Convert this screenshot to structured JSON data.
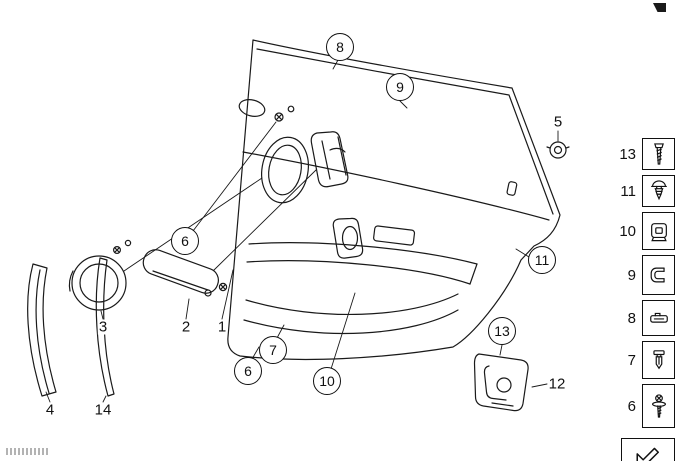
{
  "colors": {
    "line": "#1a1a1a",
    "background": "#ffffff"
  },
  "figure": {
    "callouts": [
      {
        "label": "8",
        "circled": true
      },
      {
        "label": "9",
        "circled": true
      },
      {
        "label": "5",
        "circled": false
      },
      {
        "label": "6",
        "circled": true
      },
      {
        "label": "11",
        "circled": true
      },
      {
        "label": "3",
        "circled": false
      },
      {
        "label": "2",
        "circled": false
      },
      {
        "label": "1",
        "circled": false
      },
      {
        "label": "7",
        "circled": true
      },
      {
        "label": "6",
        "circled": true
      },
      {
        "label": "10",
        "circled": true
      },
      {
        "label": "13",
        "circled": true
      },
      {
        "label": "12",
        "circled": false
      },
      {
        "label": "4",
        "circled": false
      },
      {
        "label": "14",
        "circled": false
      }
    ]
  },
  "sidebar": {
    "items": [
      {
        "label": "13",
        "icon": "screw-icon"
      },
      {
        "label": "11",
        "icon": "expansion-rivet-icon"
      },
      {
        "label": "10",
        "icon": "clip-nut-icon"
      },
      {
        "label": "9",
        "icon": "spring-clip-icon"
      },
      {
        "label": "8",
        "icon": "flat-clip-icon"
      },
      {
        "label": "7",
        "icon": "push-rivet-icon"
      },
      {
        "label": "6",
        "icon": "screw-washer-icon"
      }
    ],
    "nav_arrow_icon": "prev-diagram-arrow-icon"
  }
}
